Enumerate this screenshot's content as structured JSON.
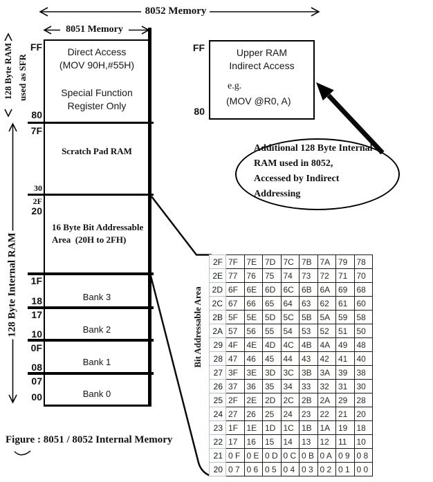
{
  "arrows": {
    "top_label": "8052 Memory",
    "inner_label": "8051 Memory",
    "sfr_label_line1": "128 Byte RAM",
    "sfr_label_line2": "used as SFR",
    "internal_label": "128 Byte Internal RAM"
  },
  "memory_map": {
    "sfr": {
      "addr_top": "FF",
      "addr_bottom": "80",
      "lines": [
        "Direct Access",
        "(MOV 90H,#55H)",
        "Special Function",
        "Register Only"
      ]
    },
    "scratch": {
      "addr_top": "7F",
      "addr_bottom": "30",
      "label": "Scratch Pad RAM"
    },
    "bit_area": {
      "addr_top": "2F",
      "addr_start": "20",
      "line1": "16 Byte Bit Addressable",
      "line2": "Area  (20H to 2FH)"
    },
    "banks": [
      {
        "addr_top": "1F",
        "addr_bottom": "18",
        "label": "Bank 3"
      },
      {
        "addr_top": "17",
        "addr_bottom": "10",
        "label": "Bank 2"
      },
      {
        "addr_top": "0F",
        "addr_bottom": "08",
        "label": "Bank 1"
      },
      {
        "addr_top": "07",
        "addr_bottom": "00",
        "label": "Bank 0"
      }
    ]
  },
  "upper_ram": {
    "addr_top": "FF",
    "addr_bottom": "80",
    "line1": "Upper RAM",
    "line2": "Indirect Access",
    "eg": "e.g.",
    "mov": "(MOV @R0, A)"
  },
  "callout": {
    "line1": "Additional 128 Byte Internal",
    "line2": "RAM used in 8052,",
    "line3": "Accessed by Indirect",
    "line4": "Addressing"
  },
  "bit_table": {
    "side_label": "Bit Addressable Area",
    "rows": [
      {
        "addr": "2F",
        "cells": [
          "7F",
          "7E",
          "7D",
          "7C",
          "7B",
          "7A",
          "79",
          "78"
        ]
      },
      {
        "addr": "2E",
        "cells": [
          "77",
          "76",
          "75",
          "74",
          "73",
          "72",
          "71",
          "70"
        ]
      },
      {
        "addr": "2D",
        "cells": [
          "6F",
          "6E",
          "6D",
          "6C",
          "6B",
          "6A",
          "69",
          "68"
        ]
      },
      {
        "addr": "2C",
        "cells": [
          "67",
          "66",
          "65",
          "64",
          "63",
          "62",
          "61",
          "60"
        ]
      },
      {
        "addr": "2B",
        "cells": [
          "5F",
          "5E",
          "5D",
          "5C",
          "5B",
          "5A",
          "59",
          "58"
        ]
      },
      {
        "addr": "2A",
        "cells": [
          "57",
          "56",
          "55",
          "54",
          "53",
          "52",
          "51",
          "50"
        ]
      },
      {
        "addr": "29",
        "cells": [
          "4F",
          "4E",
          "4D",
          "4C",
          "4B",
          "4A",
          "49",
          "48"
        ]
      },
      {
        "addr": "28",
        "cells": [
          "47",
          "46",
          "45",
          "44",
          "43",
          "42",
          "41",
          "40"
        ]
      },
      {
        "addr": "27",
        "cells": [
          "3F",
          "3E",
          "3D",
          "3C",
          "3B",
          "3A",
          "39",
          "38"
        ]
      },
      {
        "addr": "26",
        "cells": [
          "37",
          "36",
          "35",
          "34",
          "33",
          "32",
          "31",
          "30"
        ]
      },
      {
        "addr": "25",
        "cells": [
          "2F",
          "2E",
          "2D",
          "2C",
          "2B",
          "2A",
          "29",
          "28"
        ]
      },
      {
        "addr": "24",
        "cells": [
          "27",
          "26",
          "25",
          "24",
          "23",
          "22",
          "21",
          "20"
        ]
      },
      {
        "addr": "23",
        "cells": [
          "1F",
          "1E",
          "1D",
          "1C",
          "1B",
          "1A",
          "19",
          "18"
        ]
      },
      {
        "addr": "22",
        "cells": [
          "17",
          "16",
          "15",
          "14",
          "13",
          "12",
          "11",
          "10"
        ]
      },
      {
        "addr": "21",
        "cells": [
          "0 F",
          "0 E",
          "0 D",
          "0 C",
          "0 B",
          "0 A",
          "0 9",
          "0 8"
        ]
      },
      {
        "addr": "20",
        "cells": [
          "0 7",
          "0 6",
          "0 5",
          "0 4",
          "0 3",
          "0 2",
          "0 1",
          "0 0"
        ]
      }
    ]
  },
  "figure": {
    "caption": "Figure : 8051 / 8052 Internal Memory"
  }
}
